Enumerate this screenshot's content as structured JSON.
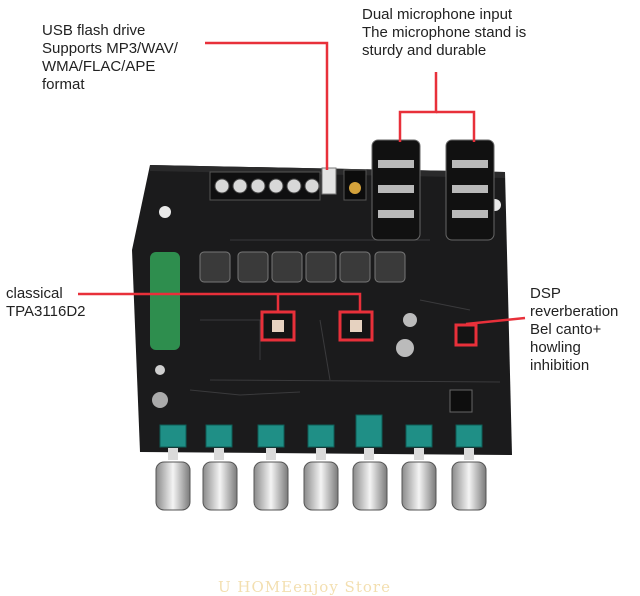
{
  "callouts": {
    "usb": "USB flash drive\nSupports MP3/WAV/\nWMA/FLAC/APE\nformat",
    "mic": "Dual microphone input\nThe microphone stand is\nsturdy and durable",
    "classical": "classical\nTPA3116D2",
    "dsp": "DSP\nreverberation\nBel canto+\nhowling\ninhibition"
  },
  "watermark": "U HOMEenjoy Store",
  "colors": {
    "callout_line": "#e8303a",
    "board": "#1b1b1c",
    "pot_base": "#1f8f86"
  },
  "board": {
    "knob_count": 7,
    "inductor_count": 6,
    "terminal_count": 6
  }
}
